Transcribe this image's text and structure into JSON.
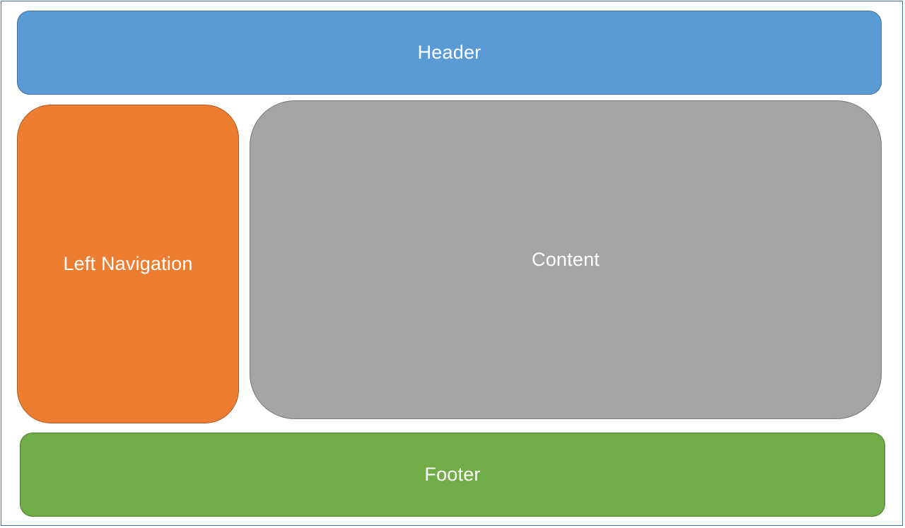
{
  "layout_diagram": {
    "header": {
      "label": "Header",
      "fill": "#5b9bd5",
      "stroke": "#41719c"
    },
    "left_navigation": {
      "label": "Left Navigation",
      "fill": "#ed7d31",
      "stroke": "#ae5a21"
    },
    "content": {
      "label": "Content",
      "fill": "#a5a5a5",
      "stroke": "#787878"
    },
    "footer": {
      "label": "Footer",
      "fill": "#70ad47",
      "stroke": "#507e32"
    },
    "frame_border": "#41719c"
  }
}
